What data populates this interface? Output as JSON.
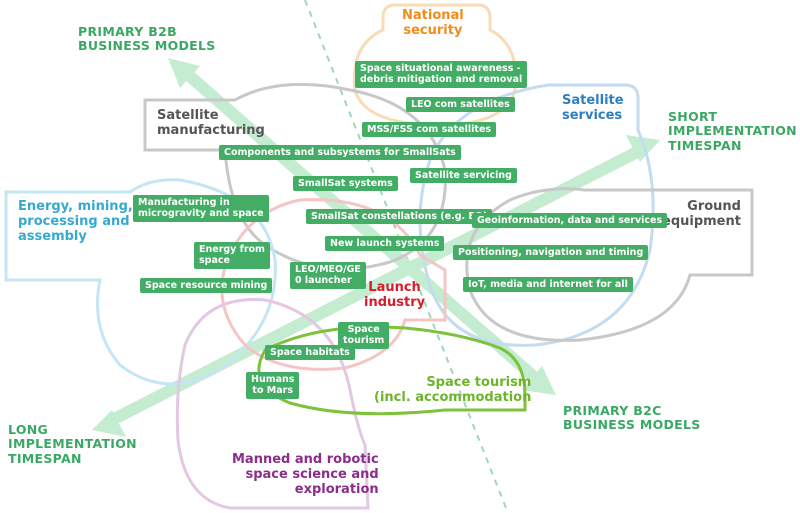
{
  "axis_labels": {
    "primary_b2b": "PRIMARY B2B\nBUSINESS MODELS",
    "primary_b2c": "PRIMARY B2C\nBUSINESS MODELS",
    "short_timespan": "SHORT\nIMPLEMENTATION\nTIMESPAN",
    "long_timespan": "LONG\nIMPLEMENTATION\nTIMESPAN"
  },
  "segments": {
    "national_security": "National\nsecurity",
    "satellite_manufacturing": "Satellite\nmanufacturing",
    "satellite_services": "Satellite\nservices",
    "energy_mining": "Energy, mining,\nprocessing and\nassembly",
    "ground_equipment": "Ground\nequipment",
    "launch_industry": "Launch\nindustry",
    "space_tourism": "Space tourism\n(incl. accommodation",
    "manned_robotic": "Manned and robotic\nspace science and\nexploration"
  },
  "items": {
    "ssa": "Space situational awareness -\ndebris mitigation and removal",
    "leo_com": "LEO com satellites",
    "mss_fss": "MSS/FSS com satellites",
    "components": "Components and subsystems for SmallSats",
    "smallsat_systems": "SmallSat systems",
    "satellite_servicing": "Satellite servicing",
    "manufacturing_microgravity": "Manufacturing in\nmicrogravity and space",
    "smallsat_constellations": "SmallSat constellations (e.g. EO)",
    "geoinformation": "Geoinformation, data and services",
    "new_launch": "New launch systems",
    "energy_from_space": "Energy from\nspace",
    "positioning": "Positioning, navigation and timing",
    "leo_meo_geo": "LEO/MEO/GE\n0 launcher",
    "space_resource_mining": "Space resource mining",
    "iot_media": "IoT, media and internet for all",
    "space_tourism_item": "Space\ntourism",
    "space_habitats": "Space habitats",
    "humans_mars": "Humans\nto Mars"
  },
  "colors": {
    "green": "#3aa864",
    "tag_green": "#43ad66",
    "arrow_green": "#c4ecd0",
    "orange": "#f28c1c",
    "orange_outline": "#f8dcb6",
    "blue": "#2e7fc1",
    "blue_outline": "#c4dcef",
    "cyan": "#37a9cf",
    "cyan_outline": "#c4e6f2",
    "grey": "#555555",
    "grey_outline": "#c8c8c8",
    "red": "#d61e2a",
    "red_outline": "#f5c4c4",
    "lime": "#6cb52b",
    "purple": "#8c2d8c",
    "purple_outline": "#e2c8e2",
    "divider": "#9fd8b8"
  }
}
